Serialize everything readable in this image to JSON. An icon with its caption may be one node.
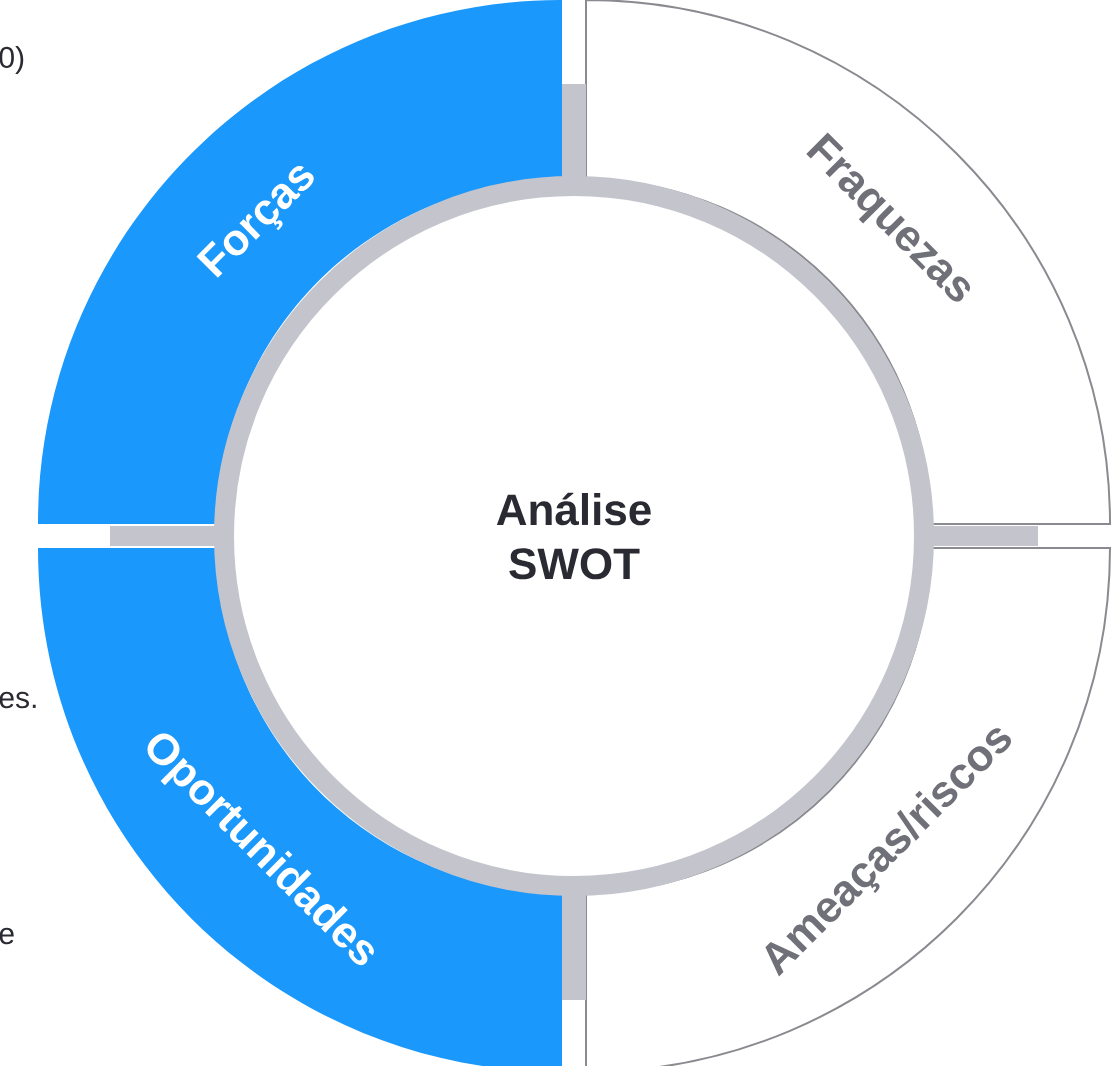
{
  "diagram": {
    "nodes": [
      {
        "text": [
          "Forças"
        ]
      },
      {
        "text": [
          "Fraquezas"
        ]
      },
      {
        "text": [
          "Análise SWOT"
        ]
      },
      {
        "text": [
          "Oportunidades"
        ]
      },
      {
        "text": [
          "Ameaças/riscos"
        ]
      }
    ],
    "labels": [
      "0)",
      "es.",
      "e"
    ]
  }
}
